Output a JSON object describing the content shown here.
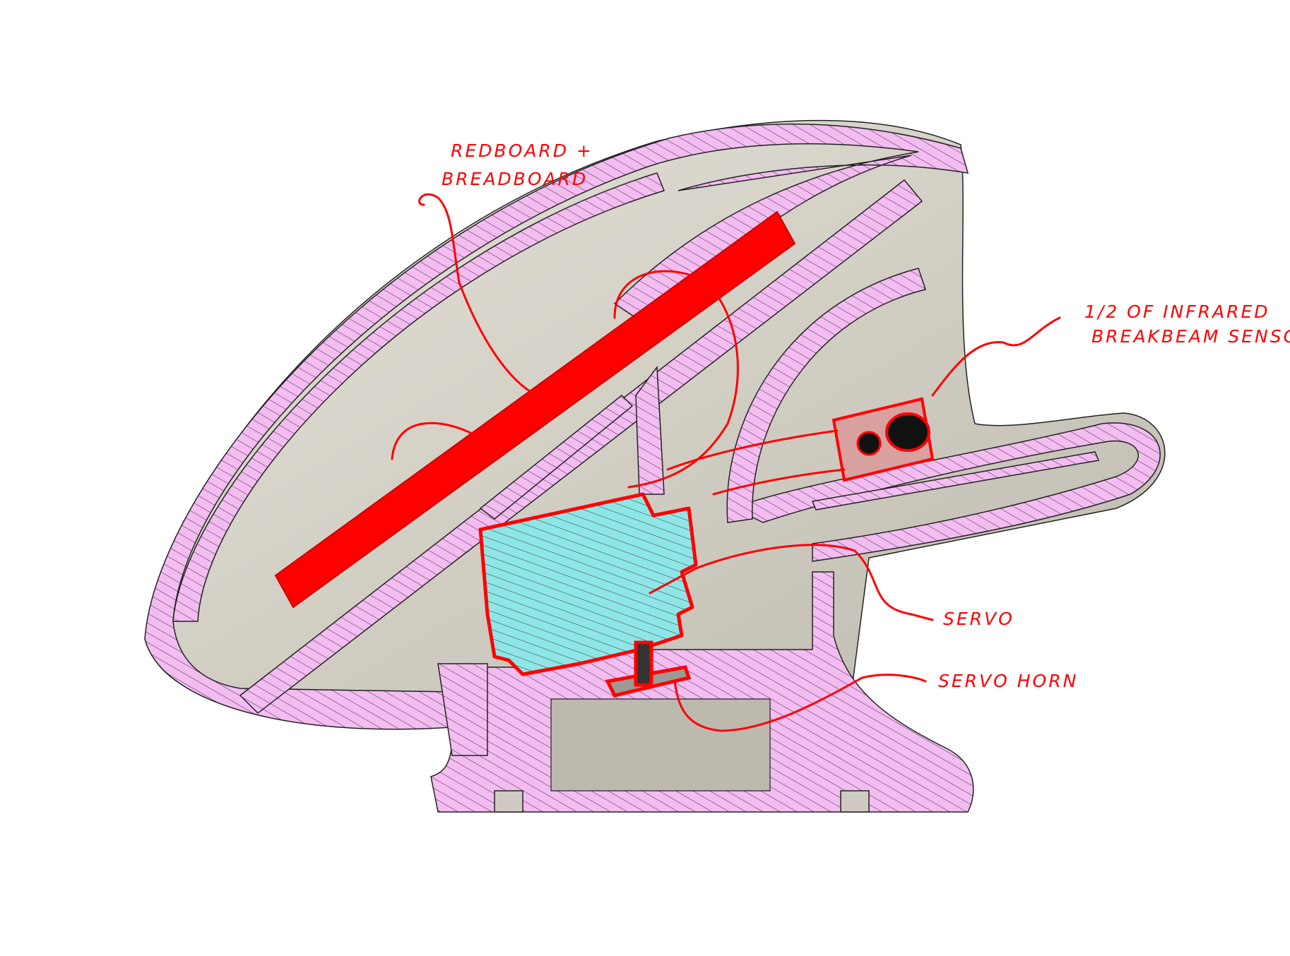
{
  "annotations": {
    "redboard": {
      "line1": "REDBOARD +",
      "line2": "BREADBOARD"
    },
    "sensor": {
      "line1": "1/2 OF INFRARED",
      "line2": "BREAKBEAM SENSOR"
    },
    "servo": "SERVO",
    "horn": "SERVO HORN"
  },
  "colors": {
    "section_fill": "#f3bdf1",
    "section_hatch": "#5a3a5a",
    "body_gray": "#d8d4ca",
    "annotation": "#ff0000",
    "servo_fill": "#8fe6e6"
  }
}
